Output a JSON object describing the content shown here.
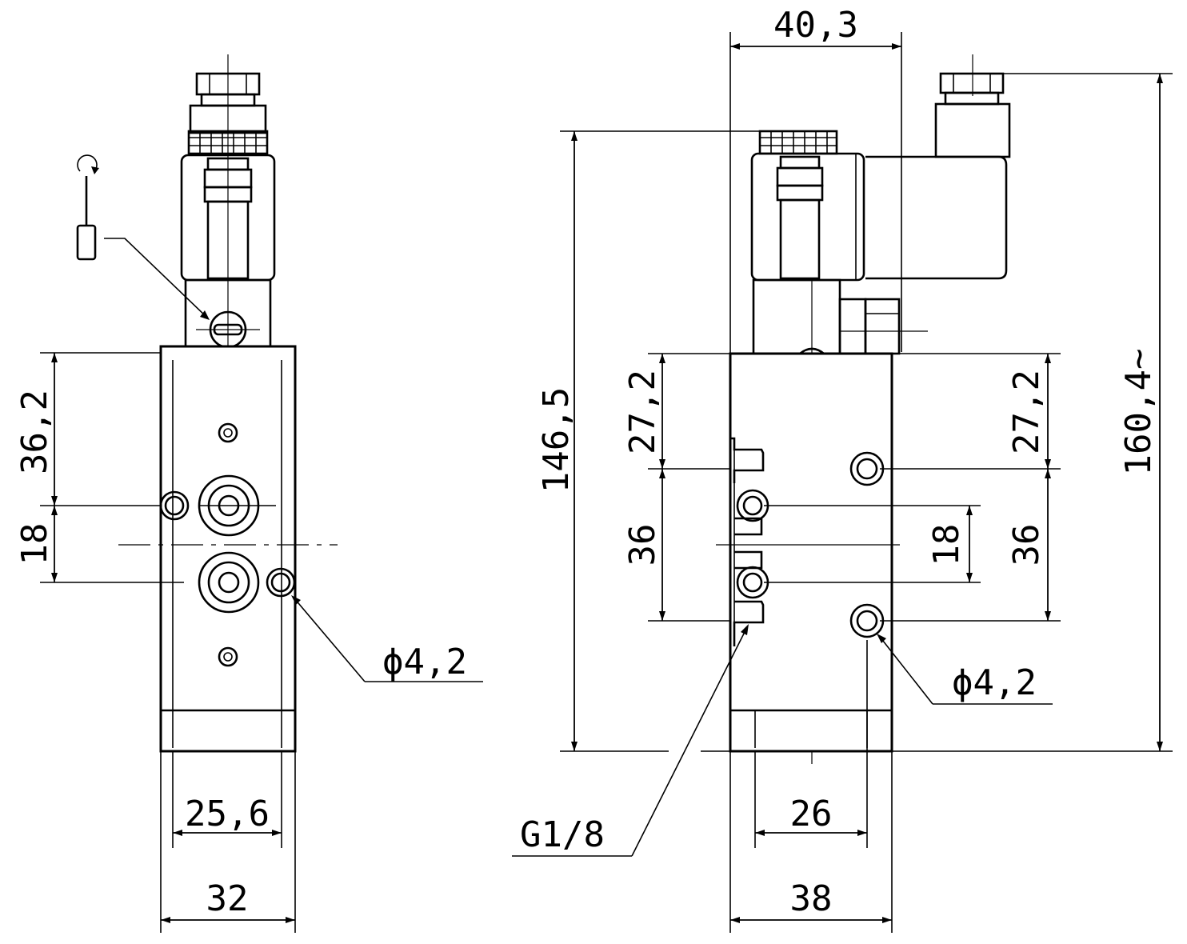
{
  "drawing": {
    "front_view": {
      "dim_height_top": "36,2",
      "dim_pitch": "18",
      "dim_inner_width": "25,6",
      "dim_outer_width": "32",
      "dim_hole": "ϕ4,2"
    },
    "side_view": {
      "dim_coil_width": "40,3",
      "dim_total_height": "146,5",
      "dim_overall_height": "160,4~",
      "dim_left_offset": "27,2",
      "dim_left_span": "36",
      "dim_right_offset": "27,2",
      "dim_right_span": "36",
      "dim_port_pitch": "18",
      "dim_hole": "ϕ4,2",
      "dim_thread": "G1/8",
      "dim_inner_width": "26",
      "dim_outer_width": "38"
    }
  }
}
